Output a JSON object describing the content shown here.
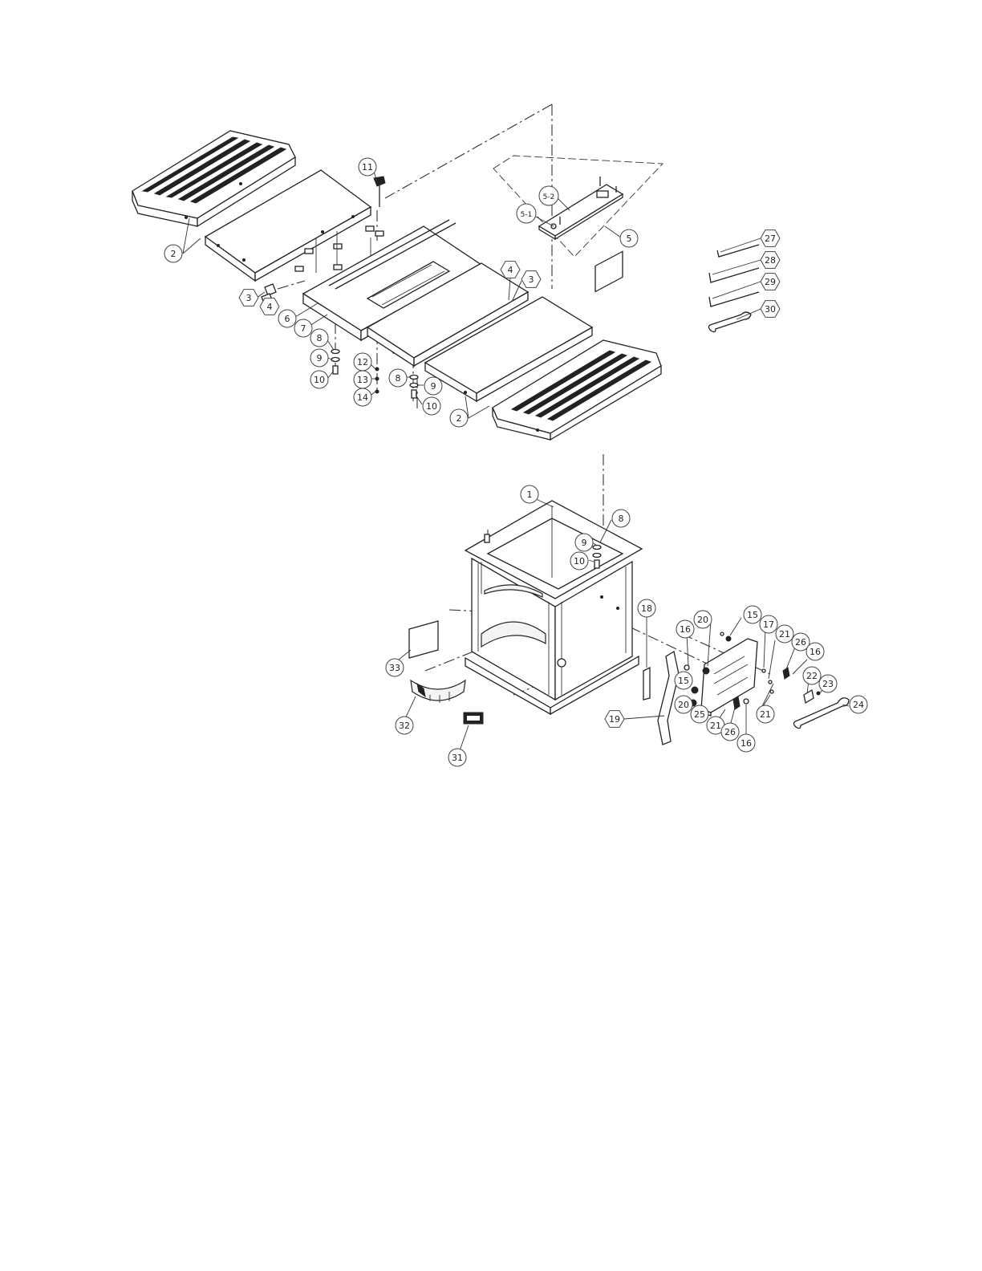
{
  "callouts": [
    {
      "label": "2",
      "shape": "circle"
    },
    {
      "label": "11",
      "shape": "circle"
    },
    {
      "label": "5-2",
      "shape": "circle"
    },
    {
      "label": "5-1",
      "shape": "circle"
    },
    {
      "label": "5",
      "shape": "circle"
    },
    {
      "label": "27",
      "shape": "hex"
    },
    {
      "label": "28",
      "shape": "hex"
    },
    {
      "label": "29",
      "shape": "hex"
    },
    {
      "label": "30",
      "shape": "hex"
    },
    {
      "label": "4",
      "shape": "hex"
    },
    {
      "label": "3",
      "shape": "hex"
    },
    {
      "label": "3",
      "shape": "hex"
    },
    {
      "label": "4",
      "shape": "hex"
    },
    {
      "label": "6",
      "shape": "circle"
    },
    {
      "label": "7",
      "shape": "circle"
    },
    {
      "label": "8",
      "shape": "circle"
    },
    {
      "label": "9",
      "shape": "circle"
    },
    {
      "label": "10",
      "shape": "circle"
    },
    {
      "label": "12",
      "shape": "circle"
    },
    {
      "label": "13",
      "shape": "circle"
    },
    {
      "label": "14",
      "shape": "circle"
    },
    {
      "label": "8",
      "shape": "circle"
    },
    {
      "label": "9",
      "shape": "circle"
    },
    {
      "label": "10",
      "shape": "circle"
    },
    {
      "label": "2",
      "shape": "circle"
    },
    {
      "label": "1",
      "shape": "circle"
    },
    {
      "label": "8",
      "shape": "circle"
    },
    {
      "label": "9",
      "shape": "circle"
    },
    {
      "label": "10",
      "shape": "circle"
    },
    {
      "label": "18",
      "shape": "circle"
    },
    {
      "label": "20",
      "shape": "circle"
    },
    {
      "label": "15",
      "shape": "circle"
    },
    {
      "label": "16",
      "shape": "circle"
    },
    {
      "label": "17",
      "shape": "circle"
    },
    {
      "label": "21",
      "shape": "circle"
    },
    {
      "label": "26",
      "shape": "circle"
    },
    {
      "label": "16",
      "shape": "circle"
    },
    {
      "label": "15",
      "shape": "circle"
    },
    {
      "label": "22",
      "shape": "circle"
    },
    {
      "label": "23",
      "shape": "circle"
    },
    {
      "label": "24",
      "shape": "circle"
    },
    {
      "label": "20",
      "shape": "circle"
    },
    {
      "label": "25",
      "shape": "circle"
    },
    {
      "label": "21",
      "shape": "circle"
    },
    {
      "label": "19",
      "shape": "hex"
    },
    {
      "label": "21",
      "shape": "circle"
    },
    {
      "label": "26",
      "shape": "circle"
    },
    {
      "label": "16",
      "shape": "circle"
    },
    {
      "label": "33",
      "shape": "circle"
    },
    {
      "label": "32",
      "shape": "circle"
    },
    {
      "label": "31",
      "shape": "circle"
    }
  ]
}
